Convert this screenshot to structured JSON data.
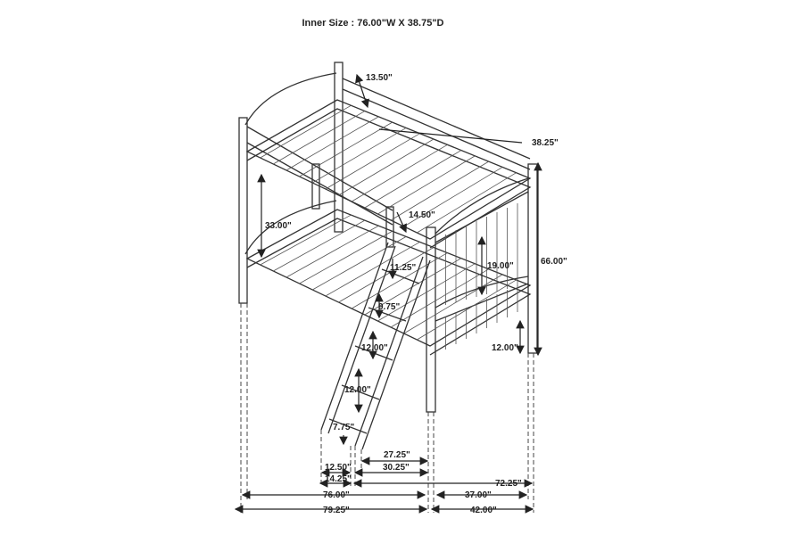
{
  "title": "Inner Size : 76.00\"W X 38.75\"D",
  "dimensions": {
    "rail_gap": "13.50\"",
    "inner_width": "38.25\"",
    "guardrail": "14.50\"",
    "top_bunk_clearance": "33.00\"",
    "ladder_top_step": "11.25\"",
    "footboard_height": "19.00\"",
    "overall_height": "66.00\"",
    "ladder_step_2": "9.75\"",
    "ladder_step_3": "12.00\"",
    "floor_clearance": "12.00\"",
    "ladder_step_4": "12.00\"",
    "ladder_bottom": "7.75\"",
    "ladder_to_end": "27.25\"",
    "ladder_depth": "12.50\"",
    "ladder_offset": "30.25\"",
    "ladder_base": "14.25\"",
    "ladder_total": "72.25\"",
    "inner_length": "76.00\"",
    "inner_depth": "37.00\"",
    "overall_length": "79.25\"",
    "overall_depth": "42.00\""
  }
}
